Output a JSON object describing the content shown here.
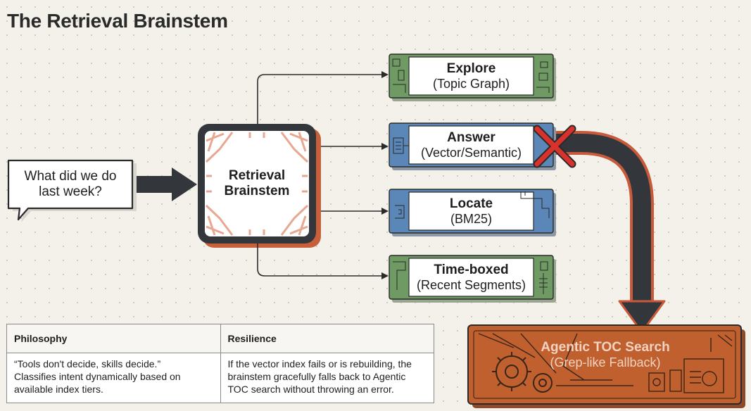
{
  "title": "The Retrieval Brainstem",
  "query_bubble": {
    "line1": "What did we do",
    "line2": "last week?"
  },
  "brainstem": {
    "line1": "Retrieval",
    "line2": "Brainstem"
  },
  "skills": [
    {
      "title": "Explore",
      "subtitle": "(Topic Graph)",
      "color": "#6f9a63"
    },
    {
      "title": "Answer",
      "subtitle": "(Vector/Semantic)",
      "color": "#5a86b8"
    },
    {
      "title": "Locate",
      "subtitle": "(BM25)",
      "color": "#5a86b8"
    },
    {
      "title": "Time-boxed",
      "subtitle": "(Recent Segments)",
      "color": "#6f9a63"
    }
  ],
  "fallback": {
    "title": "Agentic TOC Search",
    "subtitle": "(Grep-like Fallback)",
    "color": "#c0602e"
  },
  "failure_marker_color": "#d9312b",
  "info_table": {
    "headers": [
      "Philosophy",
      "Resilience"
    ],
    "philosophy": {
      "line1": "“Tools don't decide, skills decide.”",
      "line2": "Classifies intent dynamically based on",
      "line3": "available index tiers."
    },
    "resilience": {
      "line1": "If the vector index fails or is rebuilding, the",
      "line2": "brainstem gracefully falls back to Agentic",
      "line3": "TOC search without throwing an error."
    }
  }
}
